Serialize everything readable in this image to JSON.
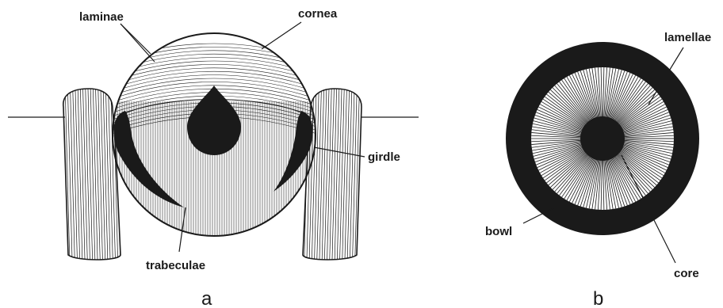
{
  "panels": {
    "a": {
      "panel_label": "a",
      "labels": {
        "laminae": "laminae",
        "cornea": "cornea",
        "girdle": "girdle",
        "trabeculae": "trabeculae"
      }
    },
    "b": {
      "panel_label": "b",
      "labels": {
        "lamellae": "lamellae",
        "bowl": "bowl",
        "core": "core"
      }
    }
  },
  "colors": {
    "ink": "#1a1a1a",
    "paper": "#ffffff"
  }
}
